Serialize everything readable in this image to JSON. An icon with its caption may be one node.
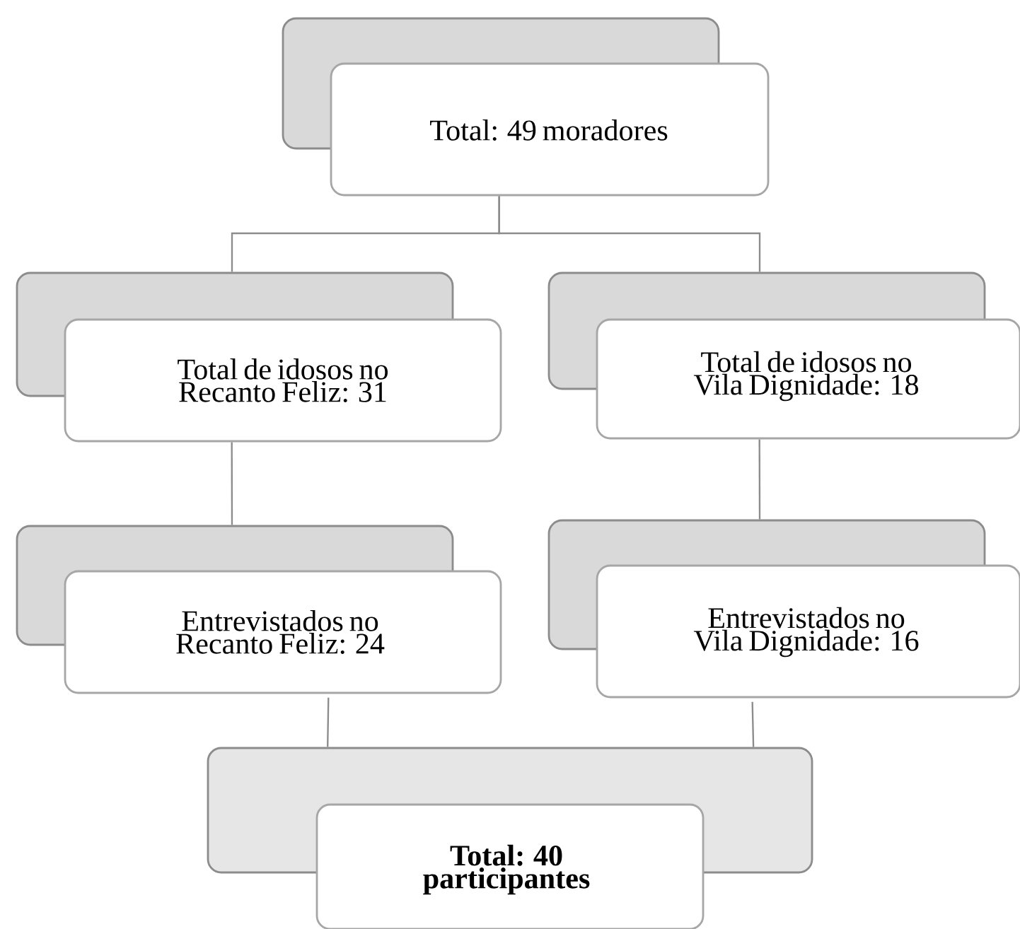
{
  "diagram": {
    "nodes": [
      {
        "text": [
          "Total: 49 moradores"
        ]
      },
      {
        "text": [
          "Total de idosos no Recanto Feliz: 31"
        ]
      },
      {
        "text": [
          "Total de idosos no Vila Dignidade: 18"
        ]
      },
      {
        "text": [
          "Entrevistados no Recanto Feliz: 24"
        ]
      },
      {
        "text": [
          "Entrevistados no Vila Dignidade: 16"
        ]
      },
      {
        "text": [
          "Total: 40 participantes"
        ]
      }
    ],
    "edges": [
      {
        "from": 0,
        "to": 1,
        "arrow": "none"
      },
      {
        "from": 0,
        "to": 2,
        "arrow": "none"
      },
      {
        "from": 1,
        "to": 3,
        "arrow": "none"
      },
      {
        "from": 2,
        "to": 4,
        "arrow": "none"
      },
      {
        "from": 3,
        "to": 5,
        "arrow": "none"
      },
      {
        "from": 4,
        "to": 5,
        "arrow": "none"
      }
    ]
  }
}
